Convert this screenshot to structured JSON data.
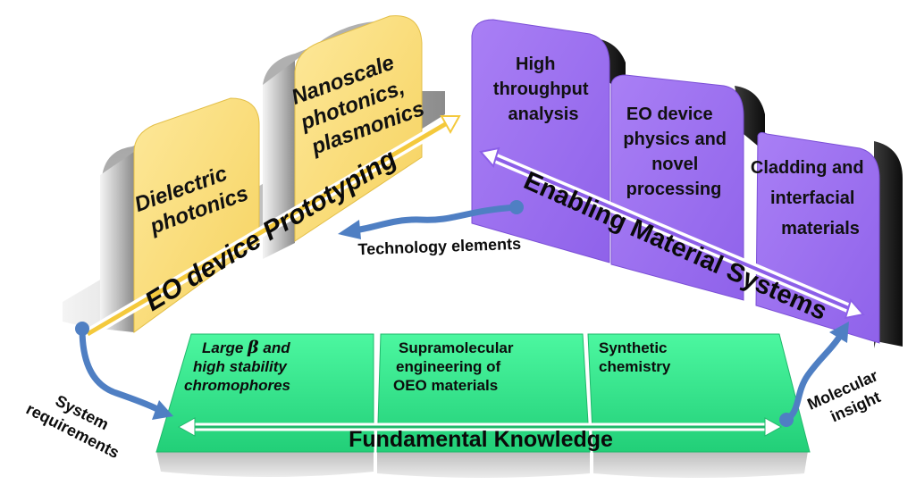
{
  "diagram": {
    "prototyping": {
      "title": "EO device Prototyping",
      "blocks": [
        {
          "lines": [
            "Dielectric",
            "photonics"
          ]
        },
        {
          "lines": [
            "Nanoscale",
            "photonics,",
            "plasmonics"
          ]
        }
      ]
    },
    "materials": {
      "title": "Enabling Material Systems",
      "blocks": [
        {
          "lines": [
            "High",
            "throughput",
            "analysis"
          ]
        },
        {
          "lines": [
            "EO device",
            "physics and",
            "novel",
            "processing"
          ]
        },
        {
          "lines": [
            "Cladding and",
            "interfacial",
            "materials"
          ]
        }
      ]
    },
    "knowledge": {
      "title": "Fundamental Knowledge",
      "blocks": [
        {
          "lines": [
            "Large",
            "β",
            "and",
            "high stability",
            "chromophores"
          ]
        },
        {
          "lines": [
            "Supramolecular",
            "engineering of",
            "OEO materials"
          ]
        },
        {
          "lines": [
            "Synthetic",
            "chemistry"
          ]
        }
      ]
    },
    "flows": {
      "technology": "Technology elements",
      "system": [
        "System",
        "requirements"
      ],
      "molecular": [
        "Molecular",
        "insight"
      ]
    },
    "colors": {
      "yellow": "#fbe07a",
      "purple": "#9f73f2",
      "green": "#35e58c",
      "arrow_blue": "#4f7fc3",
      "side_gray": "#c9c9c9"
    }
  }
}
